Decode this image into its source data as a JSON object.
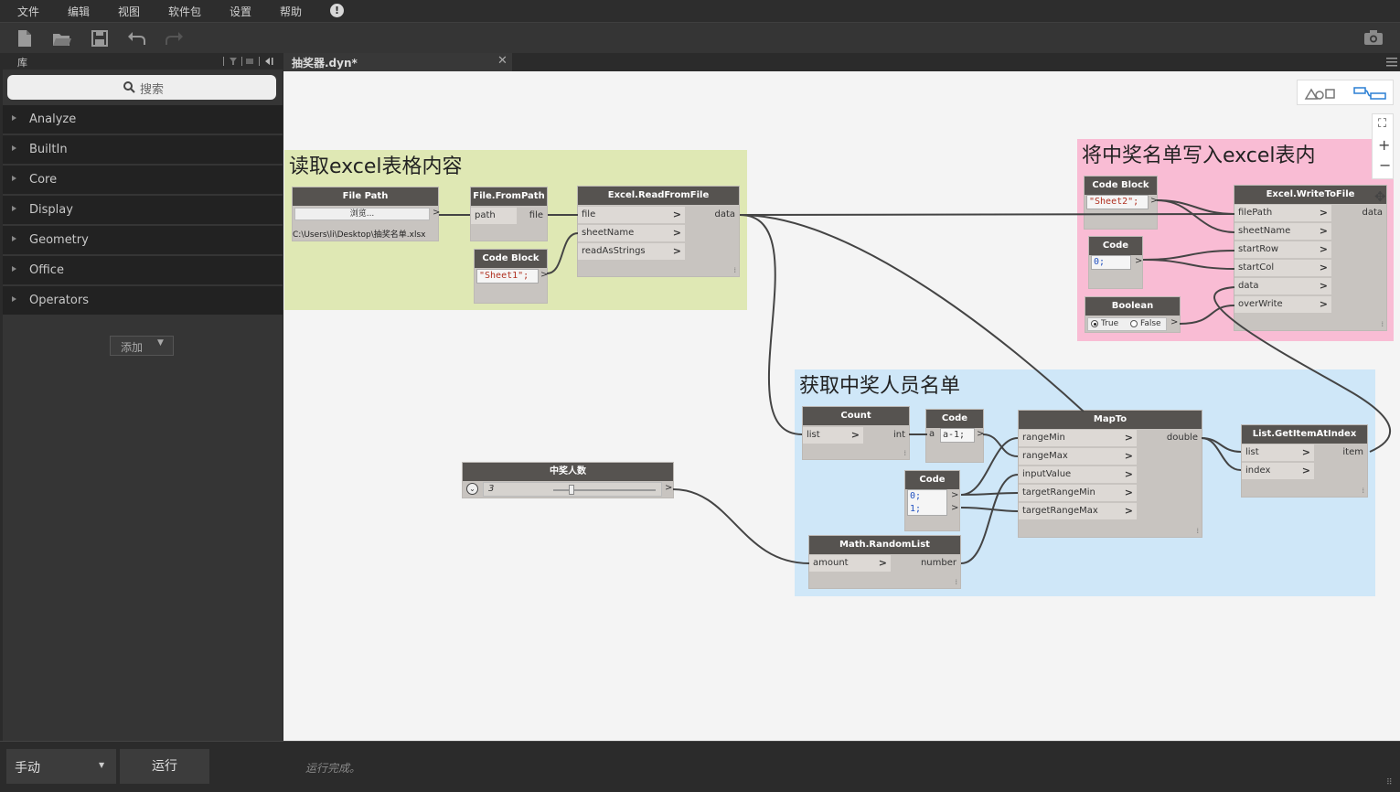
{
  "menu": {
    "file": "文件",
    "edit": "编辑",
    "view": "视图",
    "packages": "软件包",
    "settings": "设置",
    "help": "帮助"
  },
  "library": {
    "title": "库",
    "search_placeholder": "搜索",
    "categories": [
      "Analyze",
      "BuiltIn",
      "Core",
      "Display",
      "Geometry",
      "Office",
      "Operators"
    ],
    "add_button": "添加"
  },
  "tab": {
    "title": "抽奖器.dyn*"
  },
  "groups": {
    "read": "读取excel表格内容",
    "write": "将中奖名单写入excel表内",
    "winners": "获取中奖人员名单"
  },
  "nodes": {
    "file_path": {
      "title": "File Path",
      "browse": "浏览...",
      "path": "C:\\Users\\li\\Desktop\\抽奖名单.xlsx"
    },
    "file_from_path": {
      "title": "File.FromPath",
      "in": "path",
      "out": "file"
    },
    "code_block_sheet1": {
      "title": "Code Block",
      "code": "\"Sheet1\";"
    },
    "excel_read": {
      "title": "Excel.ReadFromFile",
      "in": [
        "file",
        "sheetName",
        "readAsStrings"
      ],
      "out": "data"
    },
    "code_block_sheet2": {
      "title": "Code Block",
      "code": "\"Sheet2\";"
    },
    "code_block_zero": {
      "title": "Code Block",
      "code": "0;"
    },
    "boolean": {
      "title": "Boolean",
      "true": "True",
      "false": "False"
    },
    "excel_write": {
      "title": "Excel.WriteToFile",
      "in": [
        "filePath",
        "sheetName",
        "startRow",
        "startCol",
        "data",
        "overWrite"
      ],
      "out": "data"
    },
    "count": {
      "title": "Count",
      "in": "list",
      "out": "int"
    },
    "code_block_a": {
      "title": "Code Block",
      "var": "a",
      "code": "a-1;"
    },
    "code_block_01": {
      "title": "Code Block",
      "line1": "0;",
      "line2": "1;"
    },
    "mapto": {
      "title": "MapTo",
      "in": [
        "rangeMin",
        "rangeMax",
        "inputValue",
        "targetRangeMin",
        "targetRangeMax"
      ],
      "out": "double"
    },
    "get_item": {
      "title": "List.GetItemAtIndex",
      "in": [
        "list",
        "index"
      ],
      "out": "item"
    },
    "slider": {
      "title": "中奖人数",
      "value": "3"
    },
    "random_list": {
      "title": "Math.RandomList",
      "in": "amount",
      "out": "number"
    }
  },
  "bottom": {
    "run_mode": "手动",
    "run_button": "运行",
    "status": "运行完成。"
  },
  "colors": {
    "group_read": "#dfe8b4",
    "group_write": "#f9bcd4",
    "group_winners": "#cfe7f8",
    "node_header": "#565350",
    "node_body": "#c8c4c0",
    "wire": "#444444"
  }
}
